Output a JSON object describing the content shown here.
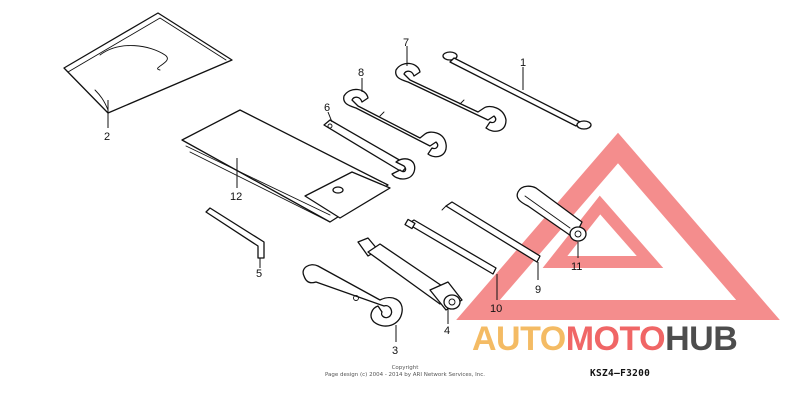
{
  "parts": [
    {
      "id": "part-1",
      "label": "1"
    },
    {
      "id": "part-2",
      "label": "2"
    },
    {
      "id": "part-3",
      "label": "3"
    },
    {
      "id": "part-4",
      "label": "4"
    },
    {
      "id": "part-5",
      "label": "5"
    },
    {
      "id": "part-6",
      "label": "6"
    },
    {
      "id": "part-7",
      "label": "7"
    },
    {
      "id": "part-8",
      "label": "8"
    },
    {
      "id": "part-9",
      "label": "9"
    },
    {
      "id": "part-10",
      "label": "10"
    },
    {
      "id": "part-11",
      "label": "11"
    },
    {
      "id": "part-12",
      "label": "12"
    }
  ],
  "diagram_code": "KSZ4—F3200",
  "copyright": {
    "line1": "Copyright",
    "line2": "Page design (c) 2004 - 2014 by ARI Network Services, Inc."
  },
  "watermark": {
    "part1": "AUTO",
    "part2": "MOTO",
    "part3": "HUB",
    "colors": {
      "orange": "#f3b04a",
      "red": "#ee4c4c",
      "gray": "#2f2f2f"
    }
  }
}
